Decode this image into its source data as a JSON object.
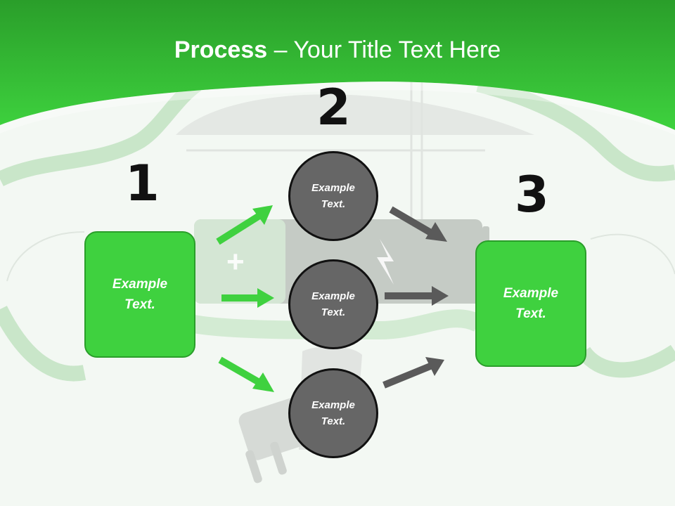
{
  "header": {
    "title_bold": "Process",
    "title_rest": " – Your Title Text Here",
    "background_color": "#3ccc3c"
  },
  "steps": [
    {
      "number": "1"
    },
    {
      "number": "2"
    },
    {
      "number": "3"
    }
  ],
  "boxes": {
    "left": {
      "line1": "Example",
      "line2": "Text."
    },
    "right": {
      "line1": "Example",
      "line2": "Text."
    }
  },
  "circles": [
    {
      "line1": "Example",
      "line2": "Text."
    },
    {
      "line1": "Example",
      "line2": "Text."
    },
    {
      "line1": "Example",
      "line2": "Text."
    }
  ],
  "battery": {
    "plus_symbol": "+"
  },
  "colors": {
    "accent_green": "#3fd13f",
    "circle_gray": "#666666",
    "arrow_green": "#3fd13f",
    "arrow_gray": "#5a5a5a"
  },
  "icons": [
    "battery-icon",
    "power-plug-icon",
    "cable-icon",
    "arrow-icon"
  ]
}
